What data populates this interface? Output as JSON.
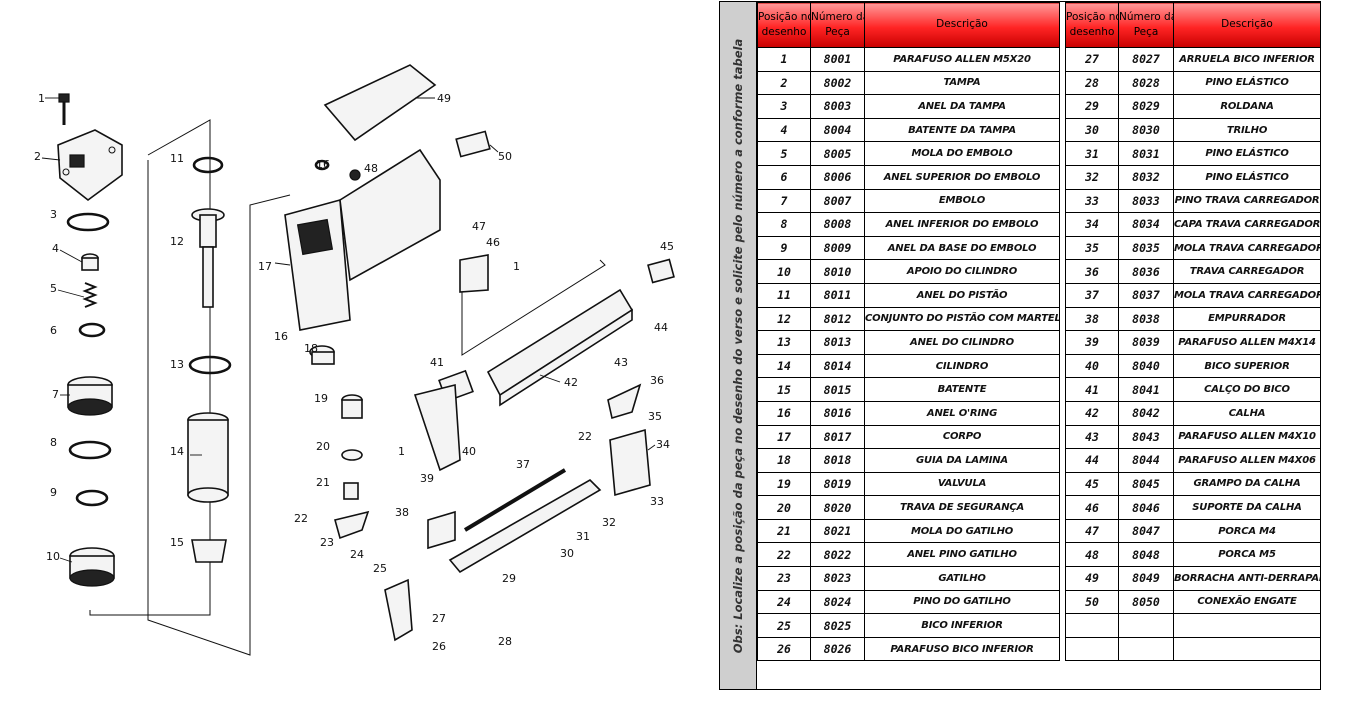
{
  "side_note": "Obs: Localize a posição da peça no desenho do verso e solicite pelo número a conforme tabela",
  "table": {
    "headers": [
      "Posição no\ndesenho",
      "Número da\nPeça",
      "Descrição"
    ],
    "left_rows": [
      [
        "1",
        "8001",
        "PARAFUSO ALLEN M5X20"
      ],
      [
        "2",
        "8002",
        "TAMPA"
      ],
      [
        "3",
        "8003",
        "ANEL DA TAMPA"
      ],
      [
        "4",
        "8004",
        "BATENTE DA TAMPA"
      ],
      [
        "5",
        "8005",
        "MOLA DO EMBOLO"
      ],
      [
        "6",
        "8006",
        "ANEL SUPERIOR DO EMBOLO"
      ],
      [
        "7",
        "8007",
        "EMBOLO"
      ],
      [
        "8",
        "8008",
        "ANEL INFERIOR DO EMBOLO"
      ],
      [
        "9",
        "8009",
        "ANEL DA BASE DO EMBOLO"
      ],
      [
        "10",
        "8010",
        "APOIO DO CILINDRO"
      ],
      [
        "11",
        "8011",
        "ANEL DO PISTÃO"
      ],
      [
        "12",
        "8012",
        "CONJUNTO DO PISTÃO COM MARTELO"
      ],
      [
        "13",
        "8013",
        "ANEL DO CILINDRO"
      ],
      [
        "14",
        "8014",
        "CILINDRO"
      ],
      [
        "15",
        "8015",
        "BATENTE"
      ],
      [
        "16",
        "8016",
        "ANEL O'RING"
      ],
      [
        "17",
        "8017",
        "CORPO"
      ],
      [
        "18",
        "8018",
        "GUIA DA LAMINA"
      ],
      [
        "19",
        "8019",
        "VALVULA"
      ],
      [
        "20",
        "8020",
        "TRAVA DE SEGURANÇA"
      ],
      [
        "21",
        "8021",
        "MOLA DO GATILHO"
      ],
      [
        "22",
        "8022",
        "ANEL PINO GATILHO"
      ],
      [
        "23",
        "8023",
        "GATILHO"
      ],
      [
        "24",
        "8024",
        "PINO DO GATILHO"
      ],
      [
        "25",
        "8025",
        "BICO INFERIOR"
      ],
      [
        "26",
        "8026",
        "PARAFUSO BICO INFERIOR"
      ]
    ],
    "right_rows": [
      [
        "27",
        "8027",
        "ARRUELA BICO INFERIOR"
      ],
      [
        "28",
        "8028",
        "PINO ELÁSTICO"
      ],
      [
        "29",
        "8029",
        "ROLDANA"
      ],
      [
        "30",
        "8030",
        "TRILHO"
      ],
      [
        "31",
        "8031",
        "PINO ELÁSTICO"
      ],
      [
        "32",
        "8032",
        "PINO ELÁSTICO"
      ],
      [
        "33",
        "8033",
        "PINO TRAVA CARREGADOR"
      ],
      [
        "34",
        "8034",
        "CAPA TRAVA CARREGADOR"
      ],
      [
        "35",
        "8035",
        "MOLA TRAVA CARREGADOR"
      ],
      [
        "36",
        "8036",
        "TRAVA CARREGADOR"
      ],
      [
        "37",
        "8037",
        "MOLA TRAVA CARREGADOR"
      ],
      [
        "38",
        "8038",
        "EMPURRADOR"
      ],
      [
        "39",
        "8039",
        "PARAFUSO ALLEN M4X14"
      ],
      [
        "40",
        "8040",
        "BICO SUPERIOR"
      ],
      [
        "41",
        "8041",
        "CALÇO DO BICO"
      ],
      [
        "42",
        "8042",
        "CALHA"
      ],
      [
        "43",
        "8043",
        "PARAFUSO ALLEN M4X10"
      ],
      [
        "44",
        "8044",
        "PARAFUSO ALLEN M4X06"
      ],
      [
        "45",
        "8045",
        "GRAMPO DA CALHA"
      ],
      [
        "46",
        "8046",
        "SUPORTE DA CALHA"
      ],
      [
        "47",
        "8047",
        "PORCA M4"
      ],
      [
        "48",
        "8048",
        "PORCA M5"
      ],
      [
        "49",
        "8049",
        "BORRACHA ANTI-DERRAPANTE"
      ],
      [
        "50",
        "8050",
        "CONEXÃO ENGATE"
      ],
      [
        "",
        "",
        ""
      ],
      [
        "",
        "",
        ""
      ]
    ]
  },
  "diagram_labels": [
    {
      "id": "label-1",
      "text": "1"
    },
    {
      "id": "label-2",
      "text": "2"
    },
    {
      "id": "label-3",
      "text": "3"
    },
    {
      "id": "label-4",
      "text": "4"
    },
    {
      "id": "label-5",
      "text": "5"
    },
    {
      "id": "label-6",
      "text": "6"
    },
    {
      "id": "label-7",
      "text": "7"
    },
    {
      "id": "label-8",
      "text": "8"
    },
    {
      "id": "label-9",
      "text": "9"
    },
    {
      "id": "label-10",
      "text": "10"
    },
    {
      "id": "label-11",
      "text": "11"
    },
    {
      "id": "label-12",
      "text": "12"
    },
    {
      "id": "label-13",
      "text": "13"
    },
    {
      "id": "label-14",
      "text": "14"
    },
    {
      "id": "label-15",
      "text": "15"
    },
    {
      "id": "label-16a",
      "text": "16"
    },
    {
      "id": "label-16b",
      "text": "16"
    },
    {
      "id": "label-17",
      "text": "17"
    },
    {
      "id": "label-18",
      "text": "18"
    },
    {
      "id": "label-19",
      "text": "19"
    },
    {
      "id": "label-20",
      "text": "20"
    },
    {
      "id": "label-21",
      "text": "21"
    },
    {
      "id": "label-22a",
      "text": "22"
    },
    {
      "id": "label-22b",
      "text": "22"
    },
    {
      "id": "label-23",
      "text": "23"
    },
    {
      "id": "label-24",
      "text": "24"
    },
    {
      "id": "label-25",
      "text": "25"
    },
    {
      "id": "label-26",
      "text": "26"
    },
    {
      "id": "label-27",
      "text": "27"
    },
    {
      "id": "label-28",
      "text": "28"
    },
    {
      "id": "label-29",
      "text": "29"
    },
    {
      "id": "label-30",
      "text": "30"
    },
    {
      "id": "label-31",
      "text": "31"
    },
    {
      "id": "label-32",
      "text": "32"
    },
    {
      "id": "label-33",
      "text": "33"
    },
    {
      "id": "label-34",
      "text": "34"
    },
    {
      "id": "label-35",
      "text": "35"
    },
    {
      "id": "label-36",
      "text": "36"
    },
    {
      "id": "label-37",
      "text": "37"
    },
    {
      "id": "label-38",
      "text": "38"
    },
    {
      "id": "label-39",
      "text": "39"
    },
    {
      "id": "label-40",
      "text": "40"
    },
    {
      "id": "label-41",
      "text": "41"
    },
    {
      "id": "label-42",
      "text": "42"
    },
    {
      "id": "label-43",
      "text": "43"
    },
    {
      "id": "label-44",
      "text": "44"
    },
    {
      "id": "label-45",
      "text": "45"
    },
    {
      "id": "label-46",
      "text": "46"
    },
    {
      "id": "label-47",
      "text": "47"
    },
    {
      "id": "label-48",
      "text": "48"
    },
    {
      "id": "label-49",
      "text": "49"
    },
    {
      "id": "label-50",
      "text": "50"
    },
    {
      "id": "label-1b",
      "text": "1"
    },
    {
      "id": "label-1c",
      "text": "1"
    }
  ]
}
